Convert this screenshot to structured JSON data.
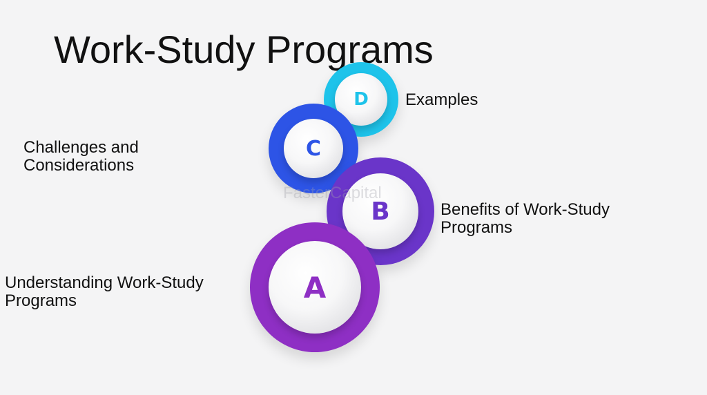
{
  "title": "Work-Study Programs",
  "watermark": "FasterCapital",
  "items": [
    {
      "letter": "A",
      "label": "Understanding Work-Study\nPrograms",
      "color": "#8e2fc4"
    },
    {
      "letter": "B",
      "label": "Benefits of Work-Study\nPrograms",
      "color": "#6a35c9"
    },
    {
      "letter": "C",
      "label": "Challenges and\nConsiderations",
      "color": "#2d54e6"
    },
    {
      "letter": "D",
      "label": "Examples",
      "color": "#1ec3ea"
    }
  ]
}
